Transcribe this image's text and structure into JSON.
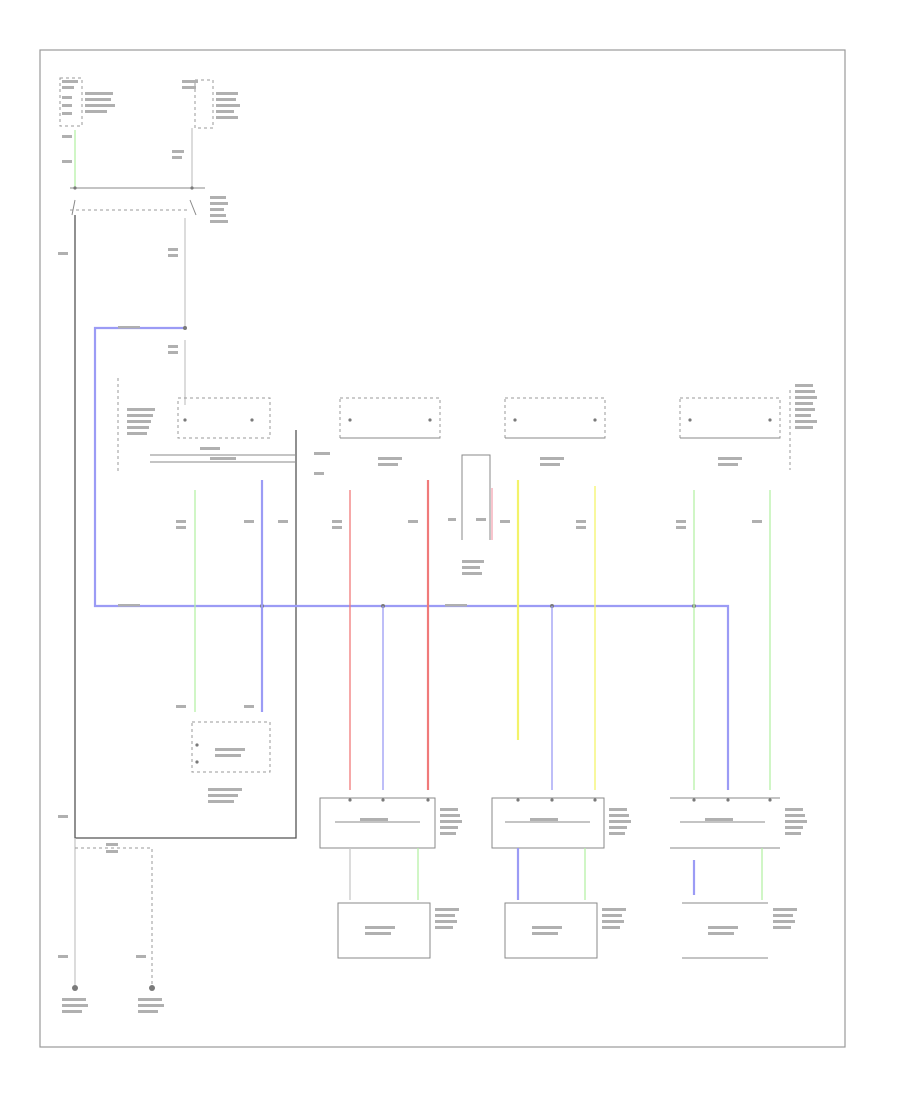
{
  "diagram": {
    "footer_code": "",
    "wire_colors": {
      "ground_black": "#555555",
      "green": "#b6f0a8",
      "blue": "#9b9bf5",
      "red": "#f07a7a",
      "yellow": "#f3f36a",
      "pink": "#f4a6b2",
      "gray": "#c8c8c8"
    },
    "components": [
      "top-left-fuse-box",
      "top-center-fuse-box",
      "power-window-main-relay",
      "master-switch-left-block",
      "master-switch-block-2",
      "master-switch-block-3",
      "master-switch-block-4",
      "driver-window-motor",
      "right-front-window-switch",
      "right-front-window-motor",
      "left-rear-window-switch",
      "left-rear-window-motor",
      "right-rear-window-switch",
      "right-rear-window-motor",
      "ground-point-left",
      "ground-point-right"
    ]
  }
}
